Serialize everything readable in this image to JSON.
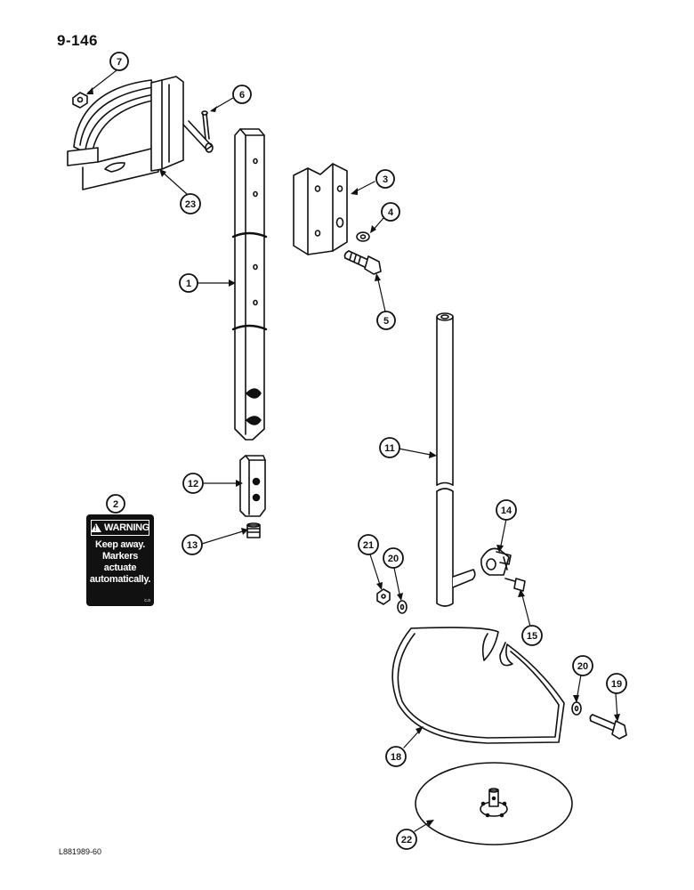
{
  "header": {
    "page_number": "9-146"
  },
  "footer": {
    "reference_code": "L881989-60"
  },
  "warning_decal": {
    "title": "WARNING",
    "triangle_mark": "!",
    "lines": [
      "Keep away.",
      "Markers",
      "actuate",
      "automatically."
    ],
    "code": "c.o"
  },
  "callouts": [
    "1",
    "2",
    "3",
    "4",
    "5",
    "6",
    "7",
    "11",
    "12",
    "13",
    "14",
    "15",
    "18",
    "19",
    "20",
    "20",
    "21",
    "22",
    "23"
  ]
}
